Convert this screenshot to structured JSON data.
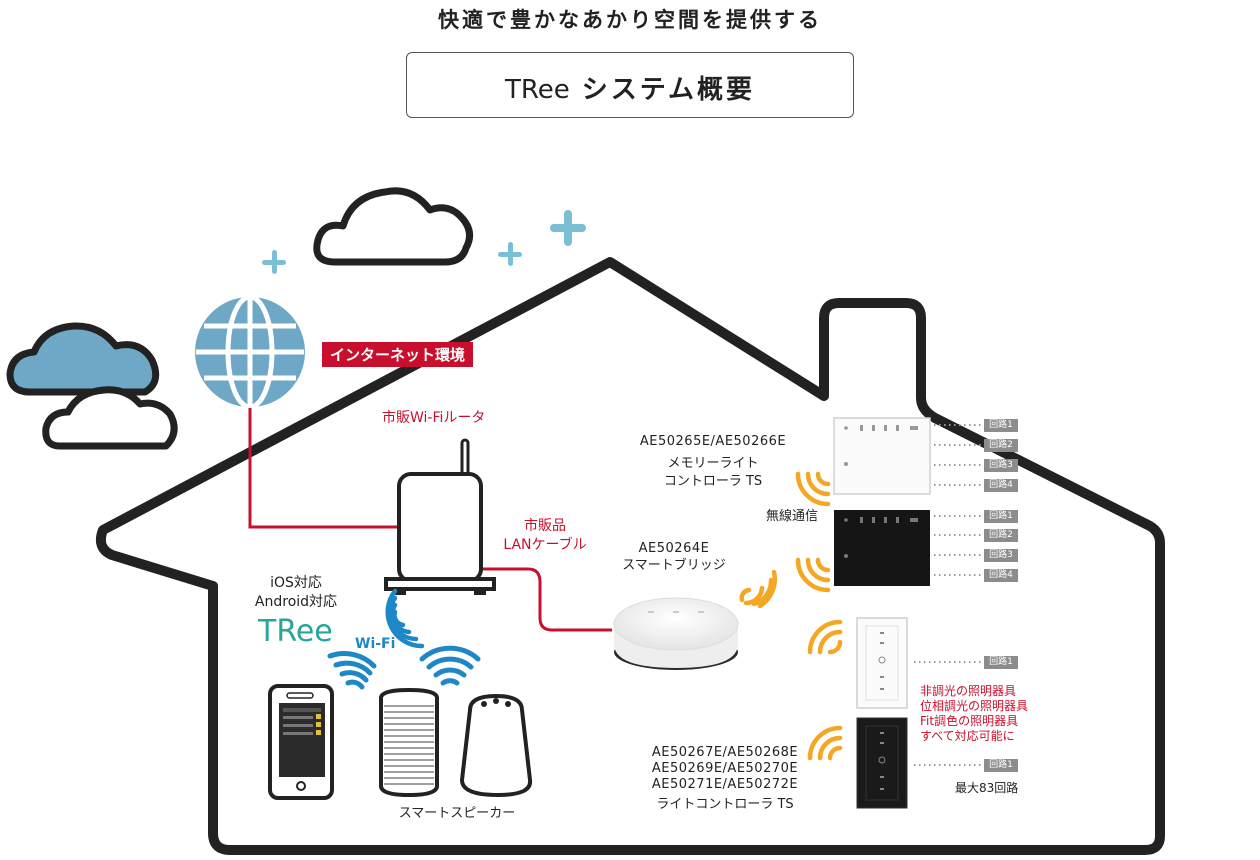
{
  "header": {
    "headline": "快適で豊かなあかり空間を提供する",
    "title_logo": "TRee",
    "title_text": "システム概要"
  },
  "network": {
    "internet_label": "インターネット環境",
    "router_label": "市販Wi-Fiルータ",
    "lan_cable_label_line1": "市販品",
    "lan_cable_label_line2": "LANケーブル"
  },
  "app": {
    "support_line1": "iOS対応",
    "support_line2": "Android対応",
    "logo": "TRee",
    "wifi_label": "Wi-Fi"
  },
  "speaker": {
    "label": "スマートスピーカー"
  },
  "bridge": {
    "model": "AE50264E",
    "name": "スマートブリッジ"
  },
  "memory_controller": {
    "models": "AE50265E/AE50266E",
    "name_line1": "メモリーライト",
    "name_line2": "コントローラ TS"
  },
  "wireless_label": "無線通信",
  "circuits": [
    "回路1",
    "回路2",
    "回路3",
    "回路4"
  ],
  "light_controller": {
    "models_line1": "AE50267E/AE50268E",
    "models_line2": "AE50269E/AE50270E",
    "models_line3": "AE50271E/AE50272E",
    "name": "ライトコントローラ TS"
  },
  "compatibility": {
    "line1": "非調光の照明器具",
    "line2": "位相調光の照明器具",
    "line3": "Fit調色の照明器具",
    "line4": "すべて対応可能に"
  },
  "max_circuits": "最大83回路",
  "colors": {
    "red": "#c8102e",
    "signal_orange": "#f5a623",
    "wifi_blue": "#1e88c7",
    "globe_blue": "#6fa8c6",
    "sparkle_blue": "#7bbfd4",
    "logo_teal": "#2aa59a"
  }
}
